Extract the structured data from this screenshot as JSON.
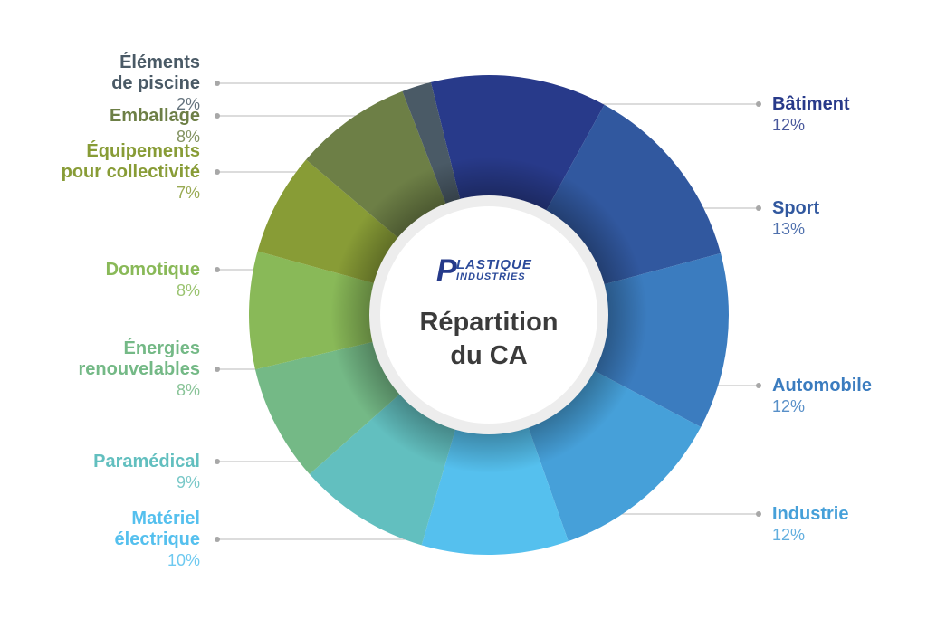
{
  "chart_data": {
    "type": "pie",
    "title": "Répartition\ndu CA",
    "slices": [
      {
        "label": "Bâtiment",
        "value": 12,
        "value_label": "12%",
        "color": "#283a8a"
      },
      {
        "label": "Sport",
        "value": 13,
        "value_label": "13%",
        "color": "#31589f"
      },
      {
        "label": "Automobile",
        "value": 12,
        "value_label": "12%",
        "color": "#3b7cbf"
      },
      {
        "label": "Industrie",
        "value": 12,
        "value_label": "12%",
        "color": "#46a0d9"
      },
      {
        "label": "Matériel\nélectrique",
        "value": 10,
        "value_label": "10%",
        "color": "#55c0ee"
      },
      {
        "label": "Paramédical",
        "value": 9,
        "value_label": "9%",
        "color": "#62bfbf"
      },
      {
        "label": "Énergies\nrenouvelables",
        "value": 8,
        "value_label": "8%",
        "color": "#74b986"
      },
      {
        "label": "Domotique",
        "value": 8,
        "value_label": "8%",
        "color": "#89b958"
      },
      {
        "label": "Équipements\npour collectivité",
        "value": 7,
        "value_label": "7%",
        "color": "#889c36"
      },
      {
        "label": "Emballage",
        "value": 8,
        "value_label": "8%",
        "color": "#6d7f46"
      },
      {
        "label": "Éléments\nde piscine",
        "value": 2,
        "value_label": "2%",
        "color": "#4a5a66"
      }
    ],
    "label_colors": {
      "Bâtiment": "#283a8a",
      "Sport": "#31589f",
      "Automobile": "#3b7cbf",
      "Industrie": "#46a0d9",
      "Matériel\nélectrique": "#55c0ee",
      "Paramédical": "#62bfbf",
      "Énergies\nrenouvelables": "#74b986",
      "Domotique": "#89b958",
      "Équipements\npour collectivité": "#889c36",
      "Emballage": "#6d7f46",
      "Éléments\nde piscine": "#4a5a66"
    }
  },
  "logo": {
    "mark": "P",
    "line1": "LASTIQUE",
    "line2": "INDUSTRIES"
  }
}
